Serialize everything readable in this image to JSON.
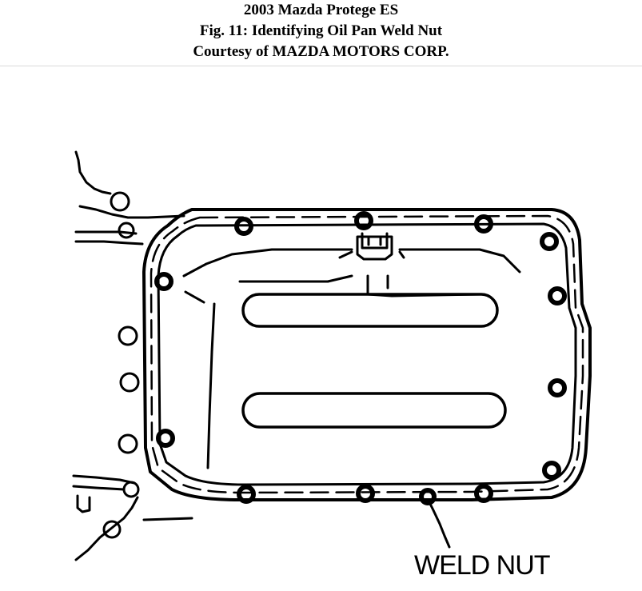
{
  "caption": {
    "line1": "2003 Mazda Protege ES",
    "line2": "Fig. 11: Identifying Oil Pan Weld Nut",
    "line3": "Courtesy of MAZDA MOTORS CORP."
  },
  "diagram": {
    "callout_label": "WELD NUT",
    "stroke_color": "#000000",
    "background_color": "#ffffff"
  }
}
